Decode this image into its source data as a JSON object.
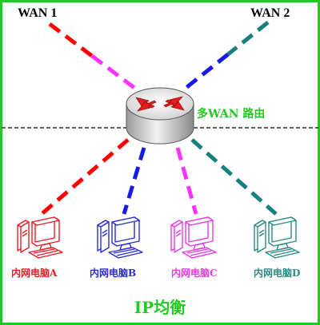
{
  "diagram": {
    "wan1": "WAN 1",
    "wan2": "WAN 2",
    "router_label": "多WAN 路由",
    "title": "IP均衡",
    "computers": [
      {
        "label": "内网电脑A",
        "color": "#ee1c24"
      },
      {
        "label": "内网电脑B",
        "color": "#2b2bd6"
      },
      {
        "label": "内网电脑C",
        "color": "#e53ae5"
      },
      {
        "label": "内网电脑D",
        "color": "#2a8a84"
      }
    ],
    "colors": {
      "border": "#22c922",
      "red": "#ff0000",
      "magenta": "#ff33ff",
      "blue": "#1a1ae6",
      "teal": "#168080",
      "green_text": "#22c922",
      "router_arrows": "#e31b1b"
    },
    "icons": [
      "router-icon",
      "computer-icon"
    ]
  }
}
